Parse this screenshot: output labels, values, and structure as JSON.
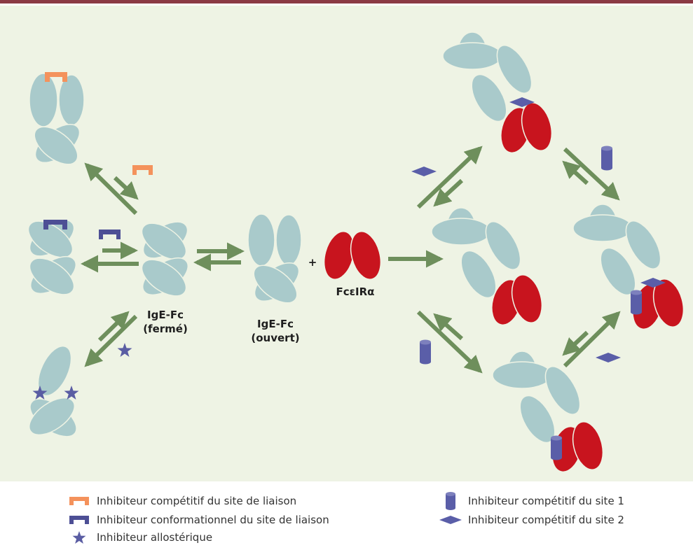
{
  "labels": {
    "ige_fc_closed": "IgE-Fc",
    "ige_fc_closed_state": "(fermé)",
    "ige_fc_open": "IgE-Fc",
    "ige_fc_open_state": "(ouvert)",
    "plus": "+",
    "receptor": "FcεIRα"
  },
  "legend": {
    "competitive_binding_site": "Inhibiteur compétitif du site de liaison",
    "conformational_binding_site": "Inhibiteur conformationnel du site de liaison",
    "allosteric": "Inhibiteur allostérique",
    "competitive_site_1": "Inhibiteur compétitif du site 1",
    "competitive_site_2": "Inhibiteur compétitif du site 2"
  },
  "colors": {
    "domain": "#a9cacb",
    "receptor": "#c8141e",
    "arrow": "#6e8f5c",
    "competitive_inhibitor": "#f4925c",
    "conformational_inhibitor": "#4d4f95",
    "allosteric_inhibitor": "#5a5da3",
    "site_inhibitor": "#5a5ea8",
    "background": "#eef3e4",
    "top_bar": "#8b3a44"
  }
}
